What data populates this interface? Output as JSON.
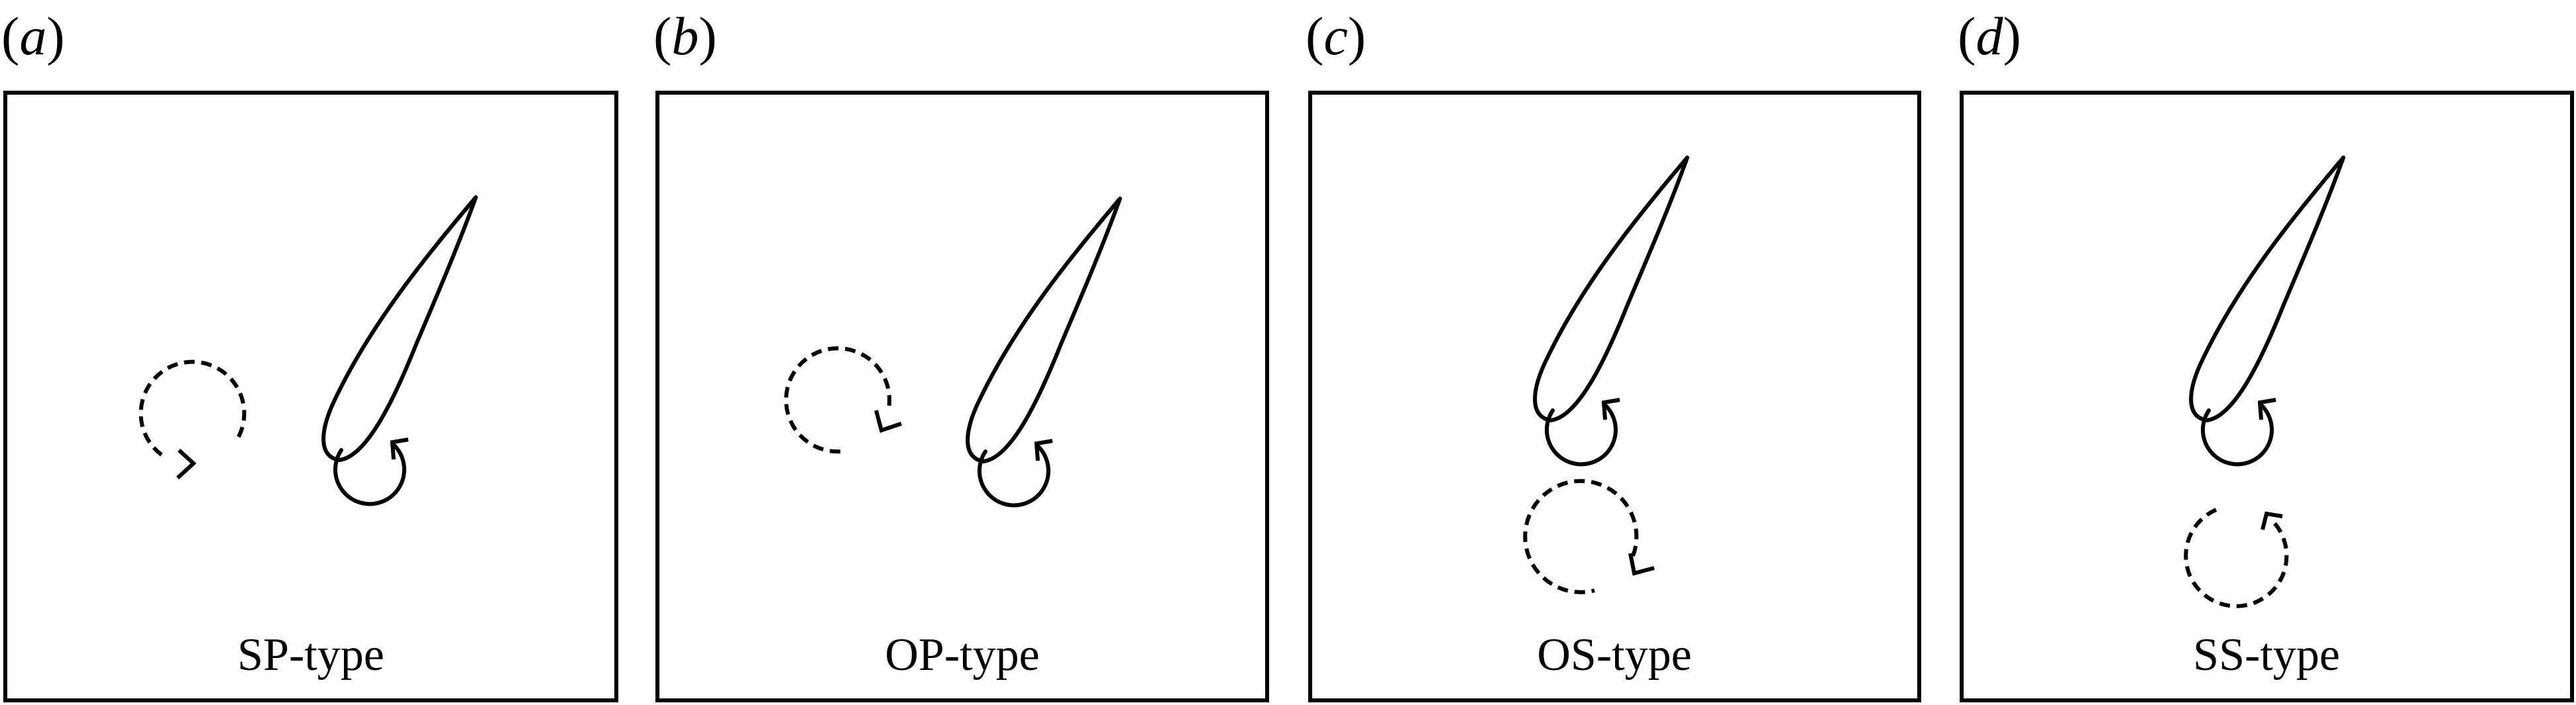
{
  "figure": {
    "panels": [
      {
        "letter": "a",
        "label": "SP-type",
        "primary_wake": "solid",
        "secondary_wake": "dashed"
      },
      {
        "letter": "b",
        "label": "OP-type",
        "primary_wake": "solid",
        "secondary_wake": "dashed"
      },
      {
        "letter": "c",
        "label": "OS-type",
        "primary_wake": "solid",
        "secondary_wake": "dashed"
      },
      {
        "letter": "d",
        "label": "SS-type",
        "primary_wake": "solid",
        "secondary_wake": "dashed"
      }
    ]
  },
  "colors": {
    "stroke": "#000000",
    "background": "#ffffff"
  }
}
